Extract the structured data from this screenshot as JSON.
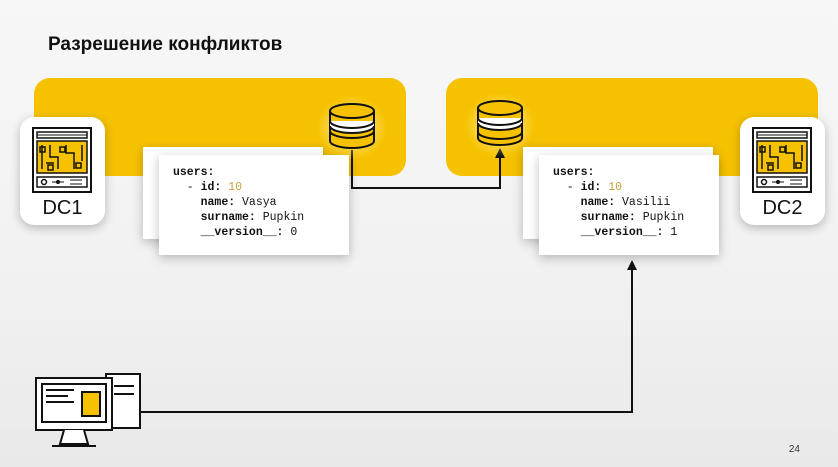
{
  "title": "Разрешение конфликтов",
  "page_number": "24",
  "colors": {
    "accent": "#f6c200",
    "number": "#c9a13a"
  },
  "datacenters": [
    {
      "label": "DC1",
      "icon": "server-rack-icon"
    },
    {
      "label": "DC2",
      "icon": "server-rack-icon"
    }
  ],
  "records": {
    "left": {
      "root": "users:",
      "id_key": "id:",
      "id_value": "10",
      "name_key": "name:",
      "name_value": "Vasya",
      "surname_key": "surname:",
      "surname_value": "Pupkin",
      "version_key": "__version__:",
      "version_value": "0"
    },
    "right": {
      "root": "users:",
      "id_key": "id:",
      "id_value": "10",
      "name_key": "name:",
      "name_value": "Vasilii",
      "surname_key": "surname:",
      "surname_value": "Pupkin",
      "version_key": "__version__:",
      "version_value": "1"
    }
  },
  "icons": [
    "database-icon",
    "computer-icon",
    "arrow-icon"
  ]
}
